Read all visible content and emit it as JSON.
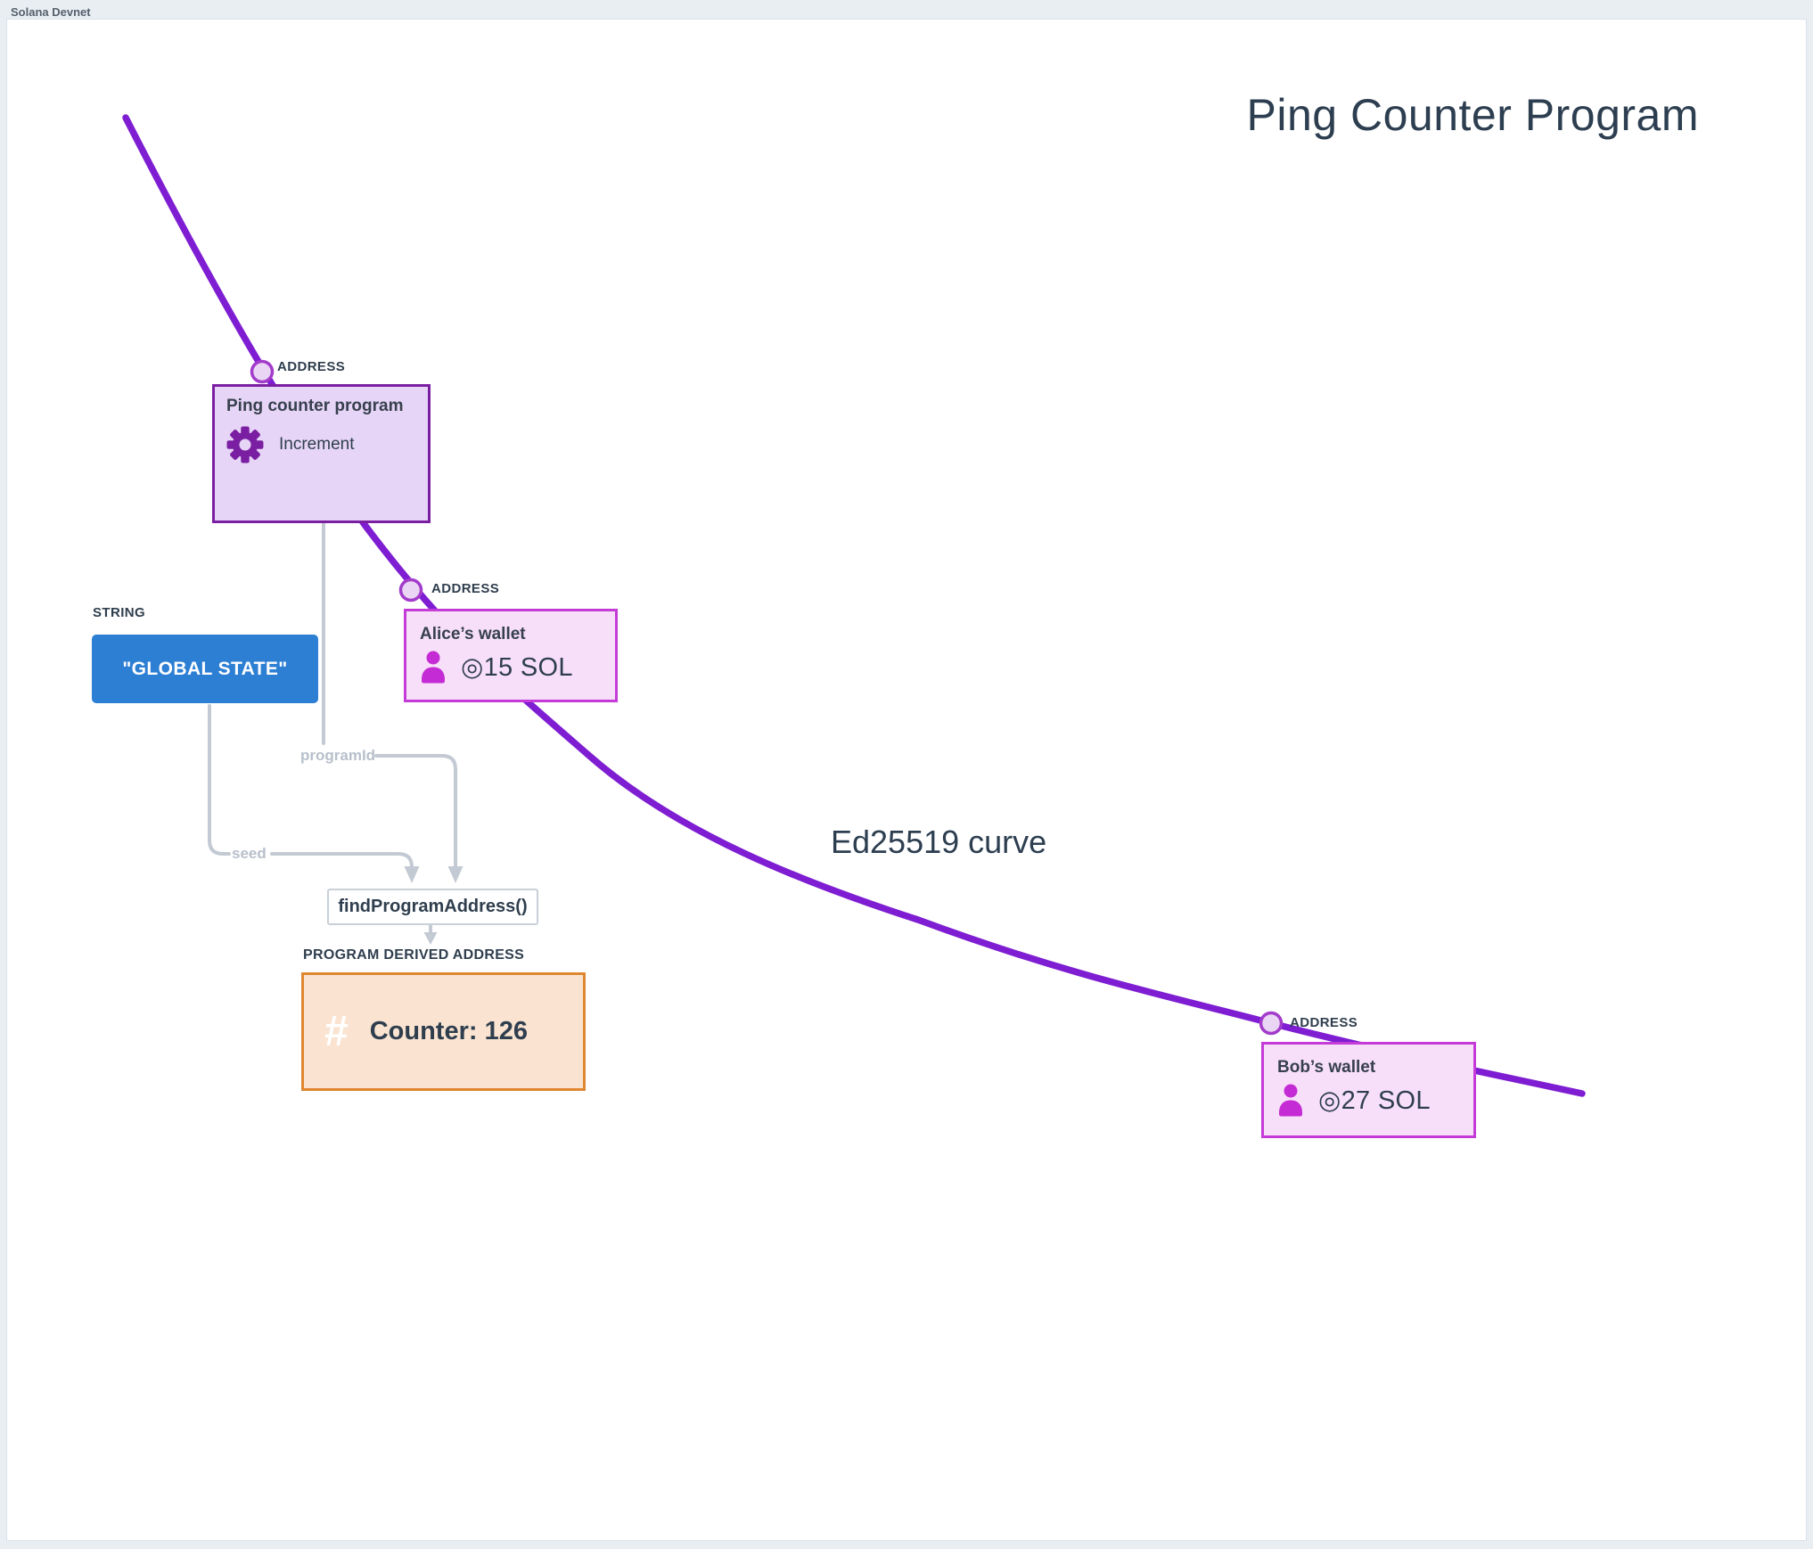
{
  "chrome": {
    "environment_label": "Solana Devnet"
  },
  "diagram": {
    "title": "Ping Counter Program",
    "curve_label": "Ed25519 curve",
    "address_label": "ADDRESS",
    "program": {
      "name": "Ping counter program",
      "instruction": "Increment"
    },
    "alice": {
      "name": "Alice’s wallet",
      "balance": "◎15 SOL"
    },
    "bob": {
      "name": "Bob’s wallet",
      "balance": "◎27 SOL"
    },
    "seed": {
      "type": "STRING",
      "value": "\"GLOBAL STATE\""
    },
    "derivation": {
      "program_id_param": "programId",
      "seed_param": "seed",
      "function": "findProgramAddress()",
      "result_type": "PROGRAM DERIVED ADDRESS",
      "counter": "Counter: 126",
      "hash_symbol": "#"
    },
    "colors": {
      "curve": "#7E1DD2",
      "node_fill": "#EAD6F4",
      "node_stroke": "#A33BCB",
      "program_border": "#7B1FA2",
      "program_fill": "#E6D5F6",
      "wallet_border": "#C43BD8",
      "wallet_fill": "#F7DFF9",
      "person_icon": "#C42BD4",
      "string_box": "#2D7FD4",
      "pda_border": "#DF8730",
      "pda_fill": "#FAE4D1",
      "connector": "#C3CAD3",
      "text": "#2F3E4E"
    }
  }
}
